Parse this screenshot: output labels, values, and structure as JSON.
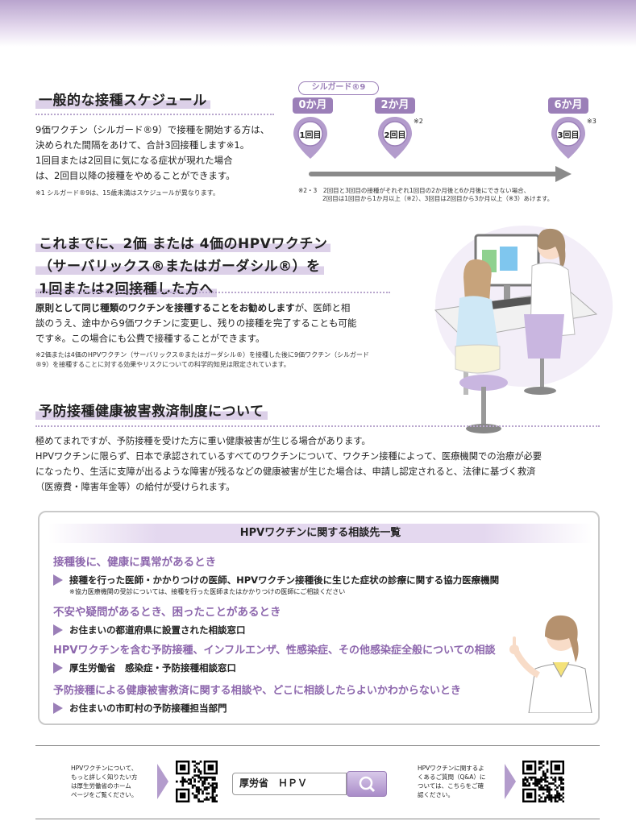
{
  "schedule": {
    "title": "一般的な接種スケジュール",
    "para1": "9価ワクチン（シルガード®9）で接種を開始する方は、",
    "para2": "決められた間隔をあけて、合計3回接種します※1。",
    "para3": "1回目または2回目に気になる症状が現れた場合",
    "para4": "は、2回目以降の接種をやめることができます。",
    "note": "※1 シルガード®9は、15歳未満はスケジュールが異なります。",
    "brand_tag": "シルガード®9",
    "months": [
      "0か月",
      "2か月",
      "6か月"
    ],
    "doses": [
      "1回目",
      "2回目",
      "3回目"
    ],
    "mark2": "※2",
    "mark3": "※3",
    "note23a": "※2・3　2回目と3回目の接種がそれぞれ1回目の2か月後と6か月後にできない場合、",
    "note23b": "2回目は1回目から1か月以上（※2）、3回目は2回目から3か月以上（※3）あけます。"
  },
  "switch": {
    "title1": "これまでに、2価 または 4価のHPVワクチン",
    "title2": "（サーバリックス®またはガーダシル®）を",
    "title3": "1回または2回接種した方へ",
    "bold": "原則として同じ種類のワクチンを接種することをお勧めします",
    "body1": "が、医師と相",
    "body2": "談のうえ、途中から9価ワクチンに変更し、残りの接種を完了することも可能",
    "body3": "です※。この場合にも公費で接種することができます。",
    "note1": "※2価または4価のHPVワクチン（サーバリックス®またはガーダシル®）を接種した後に9価ワクチン（シルガード",
    "note2": "®9）を接種することに対する効果やリスクについての科学的知見は限定されています。"
  },
  "relief": {
    "title": "予防接種健康被害救済制度について",
    "line1": "極めてまれですが、予防接種を受けた方に重い健康被害が生じる場合があります。",
    "line2": "HPVワクチンに限らず、日本で承認されているすべてのワクチンについて、ワクチン接種によって、医療機関での治療が必要",
    "line3": "になったり、生活に支障が出るような障害が残るなどの健康被害が生じた場合は、申請し認定されると、法律に基づく救済",
    "line4": "（医療費・障害年金等）の給付が受けられます。"
  },
  "consult": {
    "header": "HPVワクチンに関する相談先一覧",
    "items": [
      {
        "cat": "接種後に、健康に異常があるとき",
        "ans": "接種を行った医師・かかりつけの医師、HPVワクチン接種後に生じた症状の診療に関する協力医療機関",
        "sub": "※協力医療機関の受診については、接種を行った医師またはかかりつけの医師にご相談ください"
      },
      {
        "cat": "不安や疑問があるとき、困ったことがあるとき",
        "ans": "お住まいの都道府県に設置された相談窓口"
      },
      {
        "cat": "HPVワクチンを含む予防接種、インフルエンザ、性感染症、その他感染症全般についての相談",
        "ans": "厚生労働省　感染症・予防接種相談窓口"
      },
      {
        "cat": "予防接種による健康被害救済に関する相談や、どこに相談したらよいかわからないとき",
        "ans": "お住まいの市町村の予防接種担当部門"
      }
    ]
  },
  "footer": {
    "left1": "HPVワクチンについて、",
    "left2": "もっと詳しく知りたい方",
    "left3": "は厚生労働省のホーム",
    "left4": "ページをご覧ください。",
    "search_value": "厚労省　ＨＰＶ",
    "right1": "HPVワクチンに関するよ",
    "right2": "くあるご質問（Q&A）に",
    "right3": "ついては、こちらをご確",
    "right4": "認ください。"
  },
  "colors": {
    "accent": "#9b7fb8",
    "accent_text": "#8d67ad",
    "highlight": "#dcd0e8"
  }
}
